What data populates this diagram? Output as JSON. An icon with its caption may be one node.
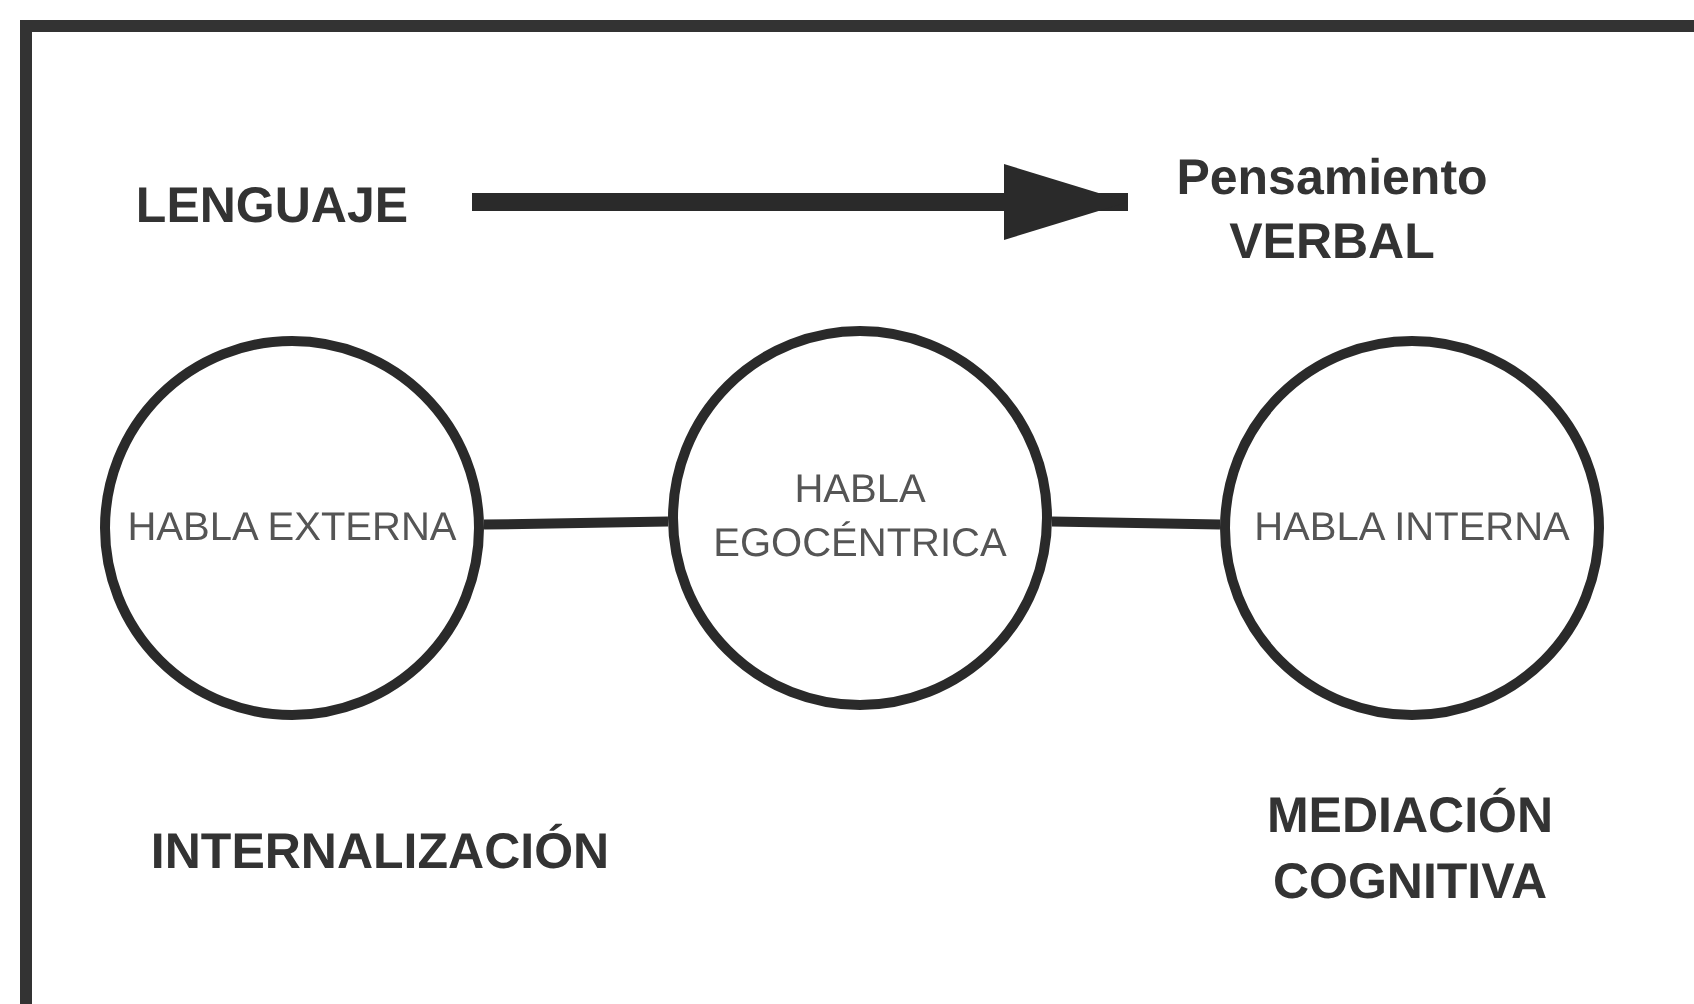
{
  "diagram": {
    "nodes": [
      {
        "text": [
          "LENGUAJE"
        ]
      },
      {
        "text": [
          "Pensamiento VERBAL"
        ]
      },
      {
        "text": [
          "HABLA EXTERNA"
        ]
      },
      {
        "text": [
          "HABLA EGOCÉNTRICA"
        ]
      },
      {
        "text": [
          "HABLA INTERNA"
        ]
      }
    ],
    "edges": [
      {
        "from": 0,
        "to": 1,
        "arrow": "to",
        "style": "thick"
      },
      {
        "from": 2,
        "to": 3,
        "arrow": "none"
      },
      {
        "from": 3,
        "to": 4,
        "arrow": "none"
      }
    ],
    "labels": [
      "INTERNALIZACIÓN",
      "MEDIACIÓN COGNITIVA"
    ]
  }
}
